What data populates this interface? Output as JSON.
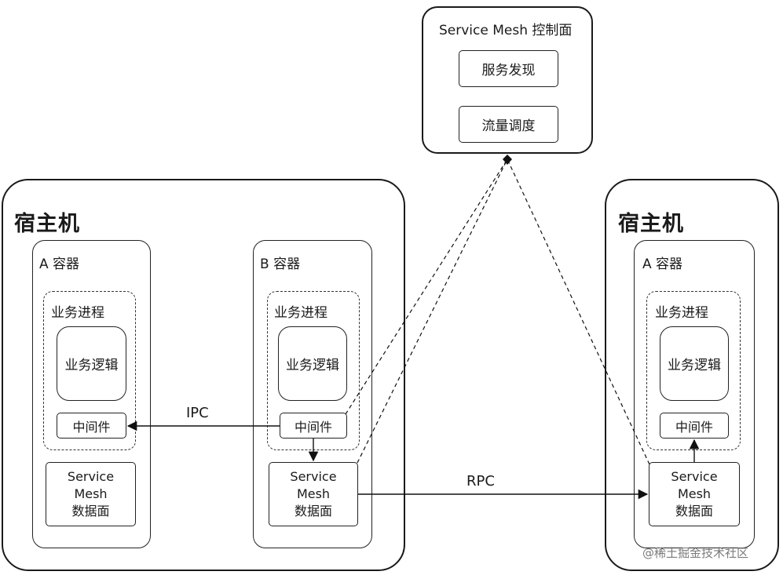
{
  "control_plane": {
    "title": "Service Mesh 控制面",
    "items": [
      "服务发现",
      "流量调度"
    ]
  },
  "hosts": [
    {
      "title": "宿主机",
      "containers": [
        {
          "title": "A 容器",
          "process_title": "业务进程",
          "logic": "业务逻辑",
          "middleware": "中间件",
          "data_plane": [
            "Service",
            "Mesh",
            "数据面"
          ]
        },
        {
          "title": "B 容器",
          "process_title": "业务进程",
          "logic": "业务逻辑",
          "middleware": "中间件",
          "data_plane": [
            "Service",
            "Mesh",
            "数据面"
          ]
        }
      ]
    },
    {
      "title": "宿主机",
      "containers": [
        {
          "title": "A 容器",
          "process_title": "业务进程",
          "logic": "业务逻辑",
          "middleware": "中间件",
          "data_plane": [
            "Service",
            "Mesh",
            "数据面"
          ]
        }
      ]
    }
  ],
  "edges": {
    "ipc_label": "IPC",
    "rpc_label": "RPC"
  },
  "watermark": "@稀土掘金技术社区"
}
